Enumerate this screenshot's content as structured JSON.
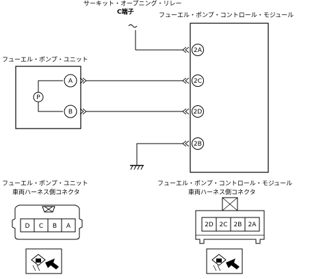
{
  "relay_label": "サーキット・オープニング・リレー",
  "relay_terminal": "C端子",
  "module_label": "フューエル・ポンプ・コントロール・モジュール",
  "pump_label": "フューエル・ポンプ・ユニット",
  "pump_pins": [
    "A",
    "B"
  ],
  "pump_symbol": "P",
  "module_pins": [
    "2A",
    "2C",
    "2D",
    "2B"
  ],
  "pump_connector_title": "フューエル・ポンプ・ユニット",
  "pump_connector_subtitle": "車両ハーネス側コネクタ",
  "pump_connector_cells": [
    "D",
    "C",
    "B",
    "A"
  ],
  "module_connector_title": "フューエル・ポンプ・コントロール・モジュール",
  "module_connector_subtitle": "車両ハーネス側コネクタ",
  "module_connector_cells": [
    "2D",
    "2C",
    "2B",
    "2A"
  ]
}
